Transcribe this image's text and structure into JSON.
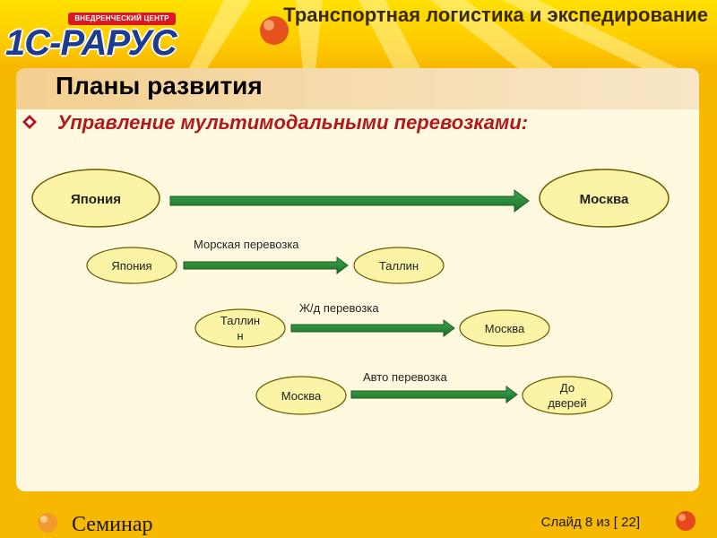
{
  "header": {
    "title": "Транспортная логистика и экспедирование",
    "logo_tag": "ВНЕДРЕНЧЕСКИЙ ЦЕНТР",
    "logo_text": "1С-РАРУС"
  },
  "page_title": "Планы развития",
  "subtitle": "Управление мультимодальными перевозками:",
  "diagram": {
    "nodes": {
      "japan_main": "Япония",
      "moscow_main": "Москва",
      "japan": "Япония",
      "tallinn1": "Таллин",
      "tallinn2_line1": "Таллин",
      "tallinn2_line2": "н",
      "moscow2": "Москва",
      "moscow3": "Москва",
      "door_line1": "До",
      "door_line2": "дверей"
    },
    "edges": {
      "sea": "Морская перевозка",
      "rail": "Ж/д перевозка",
      "auto": "Авто перевозка"
    }
  },
  "footer": {
    "seminar": "Семинар",
    "slide": "Слайд 8 из [ 22]"
  },
  "colors": {
    "background": "#f6b800",
    "panel": "#fffadf",
    "node_fill": "#fbf3a6",
    "arrow": "#2e8b3a",
    "subtitle": "#b0191e",
    "logo_blue": "#1d3c8f"
  }
}
